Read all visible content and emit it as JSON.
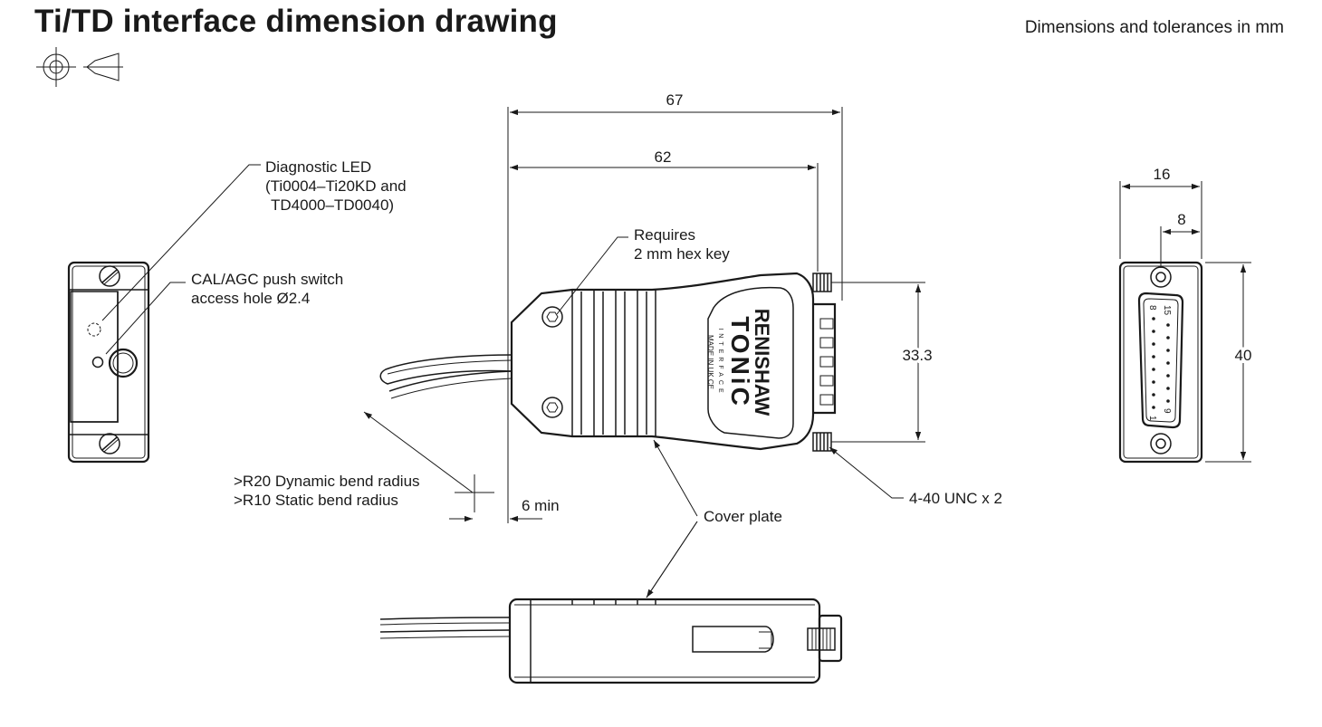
{
  "header": {
    "title": "Ti/TD interface dimension drawing",
    "units_note": "Dimensions and tolerances in mm"
  },
  "symbols": {
    "projection": "third-angle-projection-icon"
  },
  "dimensions": {
    "overall_length": "67",
    "body_length": "62",
    "screw_pitch": "33.3",
    "side_width": "16",
    "side_offset": "8",
    "side_height": "40",
    "min_clearance": "6 min"
  },
  "callouts": {
    "diagnostic_led": [
      "Diagnostic LED",
      "(Ti0004–Ti20KD and",
      "TD4000–TD0040)"
    ],
    "cal_switch": [
      "CAL/AGC push switch",
      "access hole Ø2.4"
    ],
    "hex_key": [
      "Requires",
      "2 mm hex key"
    ],
    "bend_radius": [
      ">R20 Dynamic bend radius",
      ">R10 Static bend radius"
    ],
    "thread": "4-40 UNC x 2",
    "cover_plate": "Cover plate"
  },
  "label": {
    "brand": "RENISHAW",
    "product": "TONiC",
    "subtitle": "INTERFACE",
    "origin": "MADE IN UK  CE"
  },
  "connector_pins": {
    "first": "1",
    "eighth": "8",
    "ninth": "9",
    "fifteenth": "15"
  }
}
